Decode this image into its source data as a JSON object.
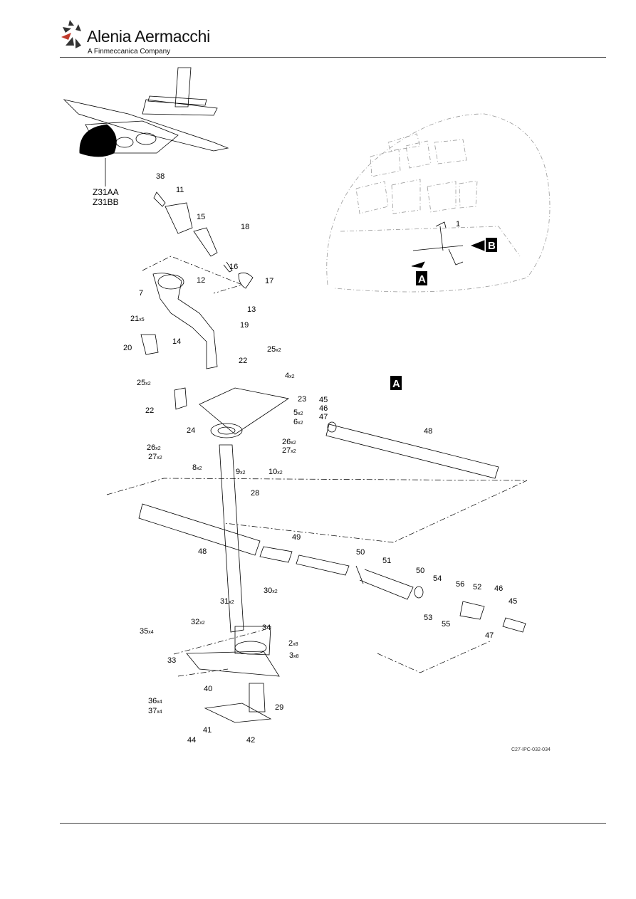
{
  "brand": {
    "name": "Alenia Aermacchi",
    "subtitle": "A Finmeccanica Company"
  },
  "figure_ref": "C27-IPC-032-034",
  "zones": [
    "Z31AA",
    "Z31BB"
  ],
  "views": {
    "a": "A",
    "b": "B"
  },
  "callouts": [
    {
      "n": "38",
      "q": ""
    },
    {
      "n": "11",
      "q": ""
    },
    {
      "n": "15",
      "q": ""
    },
    {
      "n": "18",
      "q": ""
    },
    {
      "n": "16",
      "q": ""
    },
    {
      "n": "17",
      "q": ""
    },
    {
      "n": "12",
      "q": ""
    },
    {
      "n": "7",
      "q": ""
    },
    {
      "n": "13",
      "q": ""
    },
    {
      "n": "21",
      "q": "x5"
    },
    {
      "n": "14",
      "q": ""
    },
    {
      "n": "19",
      "q": ""
    },
    {
      "n": "20",
      "q": ""
    },
    {
      "n": "25",
      "q": "x2"
    },
    {
      "n": "22",
      "q": ""
    },
    {
      "n": "4",
      "q": "x2"
    },
    {
      "n": "25",
      "q": "x2"
    },
    {
      "n": "23",
      "q": ""
    },
    {
      "n": "22",
      "q": ""
    },
    {
      "n": "5",
      "q": "x2"
    },
    {
      "n": "6",
      "q": "x2"
    },
    {
      "n": "24",
      "q": ""
    },
    {
      "n": "26",
      "q": "x2"
    },
    {
      "n": "26",
      "q": "x2"
    },
    {
      "n": "27",
      "q": "x2"
    },
    {
      "n": "27",
      "q": "x2"
    },
    {
      "n": "8",
      "q": "x2"
    },
    {
      "n": "9",
      "q": "x2"
    },
    {
      "n": "10",
      "q": "x2"
    },
    {
      "n": "28",
      "q": ""
    },
    {
      "n": "48",
      "q": ""
    },
    {
      "n": "49",
      "q": ""
    },
    {
      "n": "50",
      "q": ""
    },
    {
      "n": "51",
      "q": ""
    },
    {
      "n": "50",
      "q": ""
    },
    {
      "n": "54",
      "q": ""
    },
    {
      "n": "56",
      "q": ""
    },
    {
      "n": "52",
      "q": ""
    },
    {
      "n": "46",
      "q": ""
    },
    {
      "n": "45",
      "q": ""
    },
    {
      "n": "53",
      "q": ""
    },
    {
      "n": "55",
      "q": ""
    },
    {
      "n": "47",
      "q": ""
    },
    {
      "n": "30",
      "q": "x2"
    },
    {
      "n": "31",
      "q": "x2"
    },
    {
      "n": "32",
      "q": "x2"
    },
    {
      "n": "35",
      "q": "x4"
    },
    {
      "n": "34",
      "q": ""
    },
    {
      "n": "2",
      "q": "x8"
    },
    {
      "n": "3",
      "q": "x8"
    },
    {
      "n": "33",
      "q": ""
    },
    {
      "n": "40",
      "q": ""
    },
    {
      "n": "36",
      "q": "x4"
    },
    {
      "n": "37",
      "q": "x4"
    },
    {
      "n": "29",
      "q": ""
    },
    {
      "n": "41",
      "q": ""
    },
    {
      "n": "44",
      "q": ""
    },
    {
      "n": "42",
      "q": ""
    },
    {
      "n": "45",
      "q": ""
    },
    {
      "n": "46",
      "q": ""
    },
    {
      "n": "47",
      "q": ""
    },
    {
      "n": "48",
      "q": ""
    },
    {
      "n": "1",
      "q": ""
    }
  ]
}
